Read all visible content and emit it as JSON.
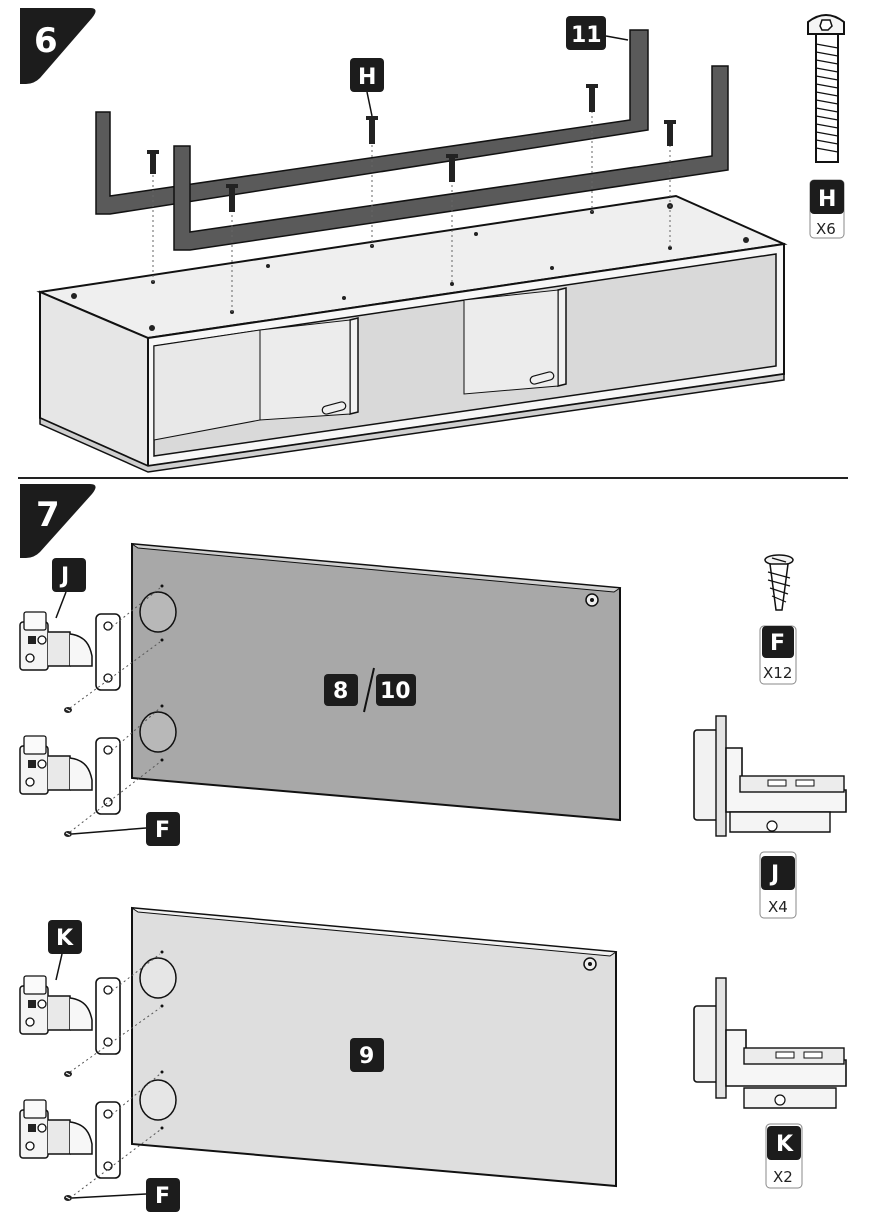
{
  "steps": {
    "step6": "6",
    "step7": "7"
  },
  "step6": {
    "part_h": "H",
    "part_11": "11",
    "legend_part": "H",
    "legend_qty": "X6"
  },
  "step7": {
    "door1_label_a": "8",
    "door1_label_b": "10",
    "door2_label": "9",
    "hinge_j": "J",
    "hinge_k": "K",
    "screw_f_top": "F",
    "screw_f_bottom": "F",
    "legend_f": "F",
    "legend_f_qty": "X12",
    "legend_j": "J",
    "legend_j_qty": "X4",
    "legend_k": "K",
    "legend_k_qty": "X2"
  },
  "colors": {
    "badge": "#1c1c1c",
    "frame": "#5a5a5a",
    "door_dark": "#a8a8a8",
    "door_light": "#dedede",
    "cabinet": "#ececec",
    "outline": "#111111"
  },
  "icons": [
    "screw-icon",
    "wood-screw-icon",
    "hinge-icon"
  ]
}
